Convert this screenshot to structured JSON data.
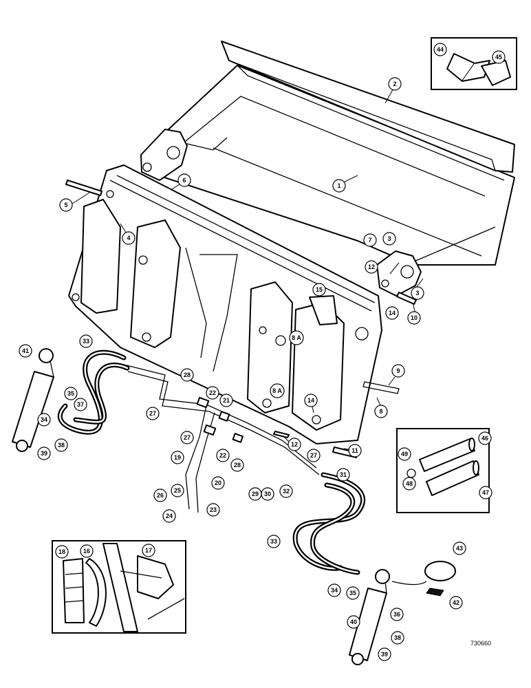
{
  "drawing_number": "730660",
  "callouts": [
    {
      "id": "c1",
      "label": "1"
    },
    {
      "id": "c2",
      "label": "2"
    },
    {
      "id": "c3a",
      "label": "3"
    },
    {
      "id": "c3b",
      "label": "3"
    },
    {
      "id": "c4",
      "label": "4"
    },
    {
      "id": "c5",
      "label": "5"
    },
    {
      "id": "c6",
      "label": "6"
    },
    {
      "id": "c7",
      "label": "7"
    },
    {
      "id": "c8",
      "label": "8"
    },
    {
      "id": "c8a1",
      "label": "8 A"
    },
    {
      "id": "c8a2",
      "label": "8 A"
    },
    {
      "id": "c9",
      "label": "9"
    },
    {
      "id": "c10",
      "label": "10"
    },
    {
      "id": "c11",
      "label": "11"
    },
    {
      "id": "c12a",
      "label": "12"
    },
    {
      "id": "c12b",
      "label": "12"
    },
    {
      "id": "c14a",
      "label": "14"
    },
    {
      "id": "c14b",
      "label": "14"
    },
    {
      "id": "c15",
      "label": "15"
    },
    {
      "id": "c16",
      "label": "16"
    },
    {
      "id": "c17",
      "label": "17"
    },
    {
      "id": "c18",
      "label": "18"
    },
    {
      "id": "c19",
      "label": "19"
    },
    {
      "id": "c20",
      "label": "20"
    },
    {
      "id": "c21",
      "label": "21"
    },
    {
      "id": "c22a",
      "label": "22"
    },
    {
      "id": "c22b",
      "label": "22"
    },
    {
      "id": "c23",
      "label": "23"
    },
    {
      "id": "c24",
      "label": "24"
    },
    {
      "id": "c25",
      "label": "25"
    },
    {
      "id": "c26",
      "label": "26"
    },
    {
      "id": "c27a",
      "label": "27"
    },
    {
      "id": "c27b",
      "label": "27"
    },
    {
      "id": "c27c",
      "label": "27"
    },
    {
      "id": "c28a",
      "label": "28"
    },
    {
      "id": "c28b",
      "label": "28"
    },
    {
      "id": "c29",
      "label": "29"
    },
    {
      "id": "c30",
      "label": "30"
    },
    {
      "id": "c31",
      "label": "31"
    },
    {
      "id": "c32",
      "label": "32"
    },
    {
      "id": "c33a",
      "label": "33"
    },
    {
      "id": "c33b",
      "label": "33"
    },
    {
      "id": "c34a",
      "label": "34"
    },
    {
      "id": "c34b",
      "label": "34"
    },
    {
      "id": "c35a",
      "label": "35"
    },
    {
      "id": "c35b",
      "label": "35"
    },
    {
      "id": "c36",
      "label": "36"
    },
    {
      "id": "c37",
      "label": "37"
    },
    {
      "id": "c38a",
      "label": "38"
    },
    {
      "id": "c38b",
      "label": "38"
    },
    {
      "id": "c39a",
      "label": "39"
    },
    {
      "id": "c39b",
      "label": "39"
    },
    {
      "id": "c40",
      "label": "40"
    },
    {
      "id": "c41",
      "label": "41"
    },
    {
      "id": "c42",
      "label": "42"
    },
    {
      "id": "c43",
      "label": "43"
    },
    {
      "id": "c44",
      "label": "44"
    },
    {
      "id": "c45",
      "label": "45"
    },
    {
      "id": "c46",
      "label": "46"
    },
    {
      "id": "c47",
      "label": "47"
    },
    {
      "id": "c48",
      "label": "48"
    },
    {
      "id": "c49",
      "label": "49"
    }
  ]
}
